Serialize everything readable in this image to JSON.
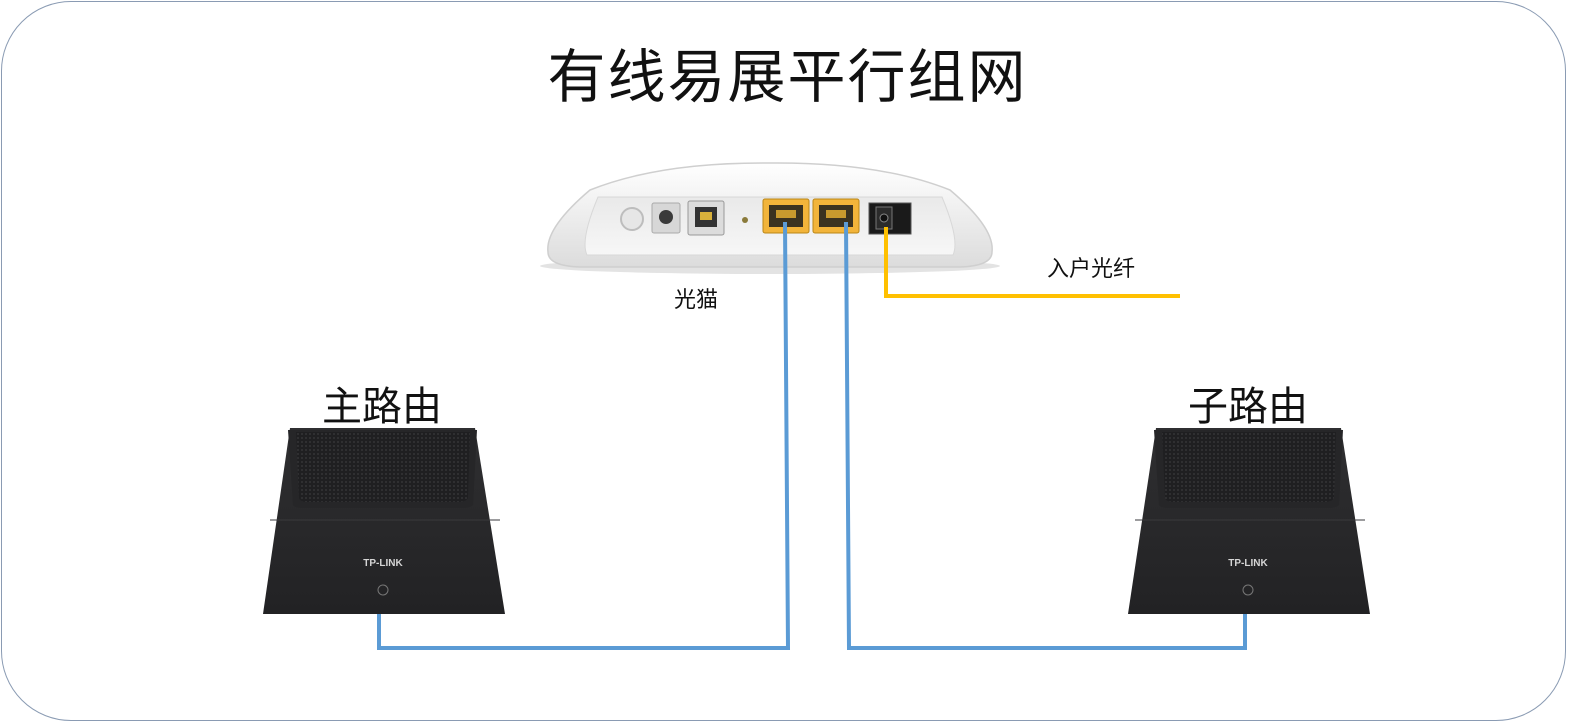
{
  "title": "有线易展平行组网",
  "labels": {
    "modem": "光猫",
    "fiber": "入户光纤",
    "main_router": "主路由",
    "sub_router": "子路由"
  },
  "router_brand": "TP-LINK",
  "colors": {
    "ethernet_cable": "#5b9bd5",
    "fiber_cable": "#ffc000",
    "router_body": "#2b2b2d",
    "modem_port": "#f2b43a",
    "frame_border": "#8a9bb3"
  }
}
